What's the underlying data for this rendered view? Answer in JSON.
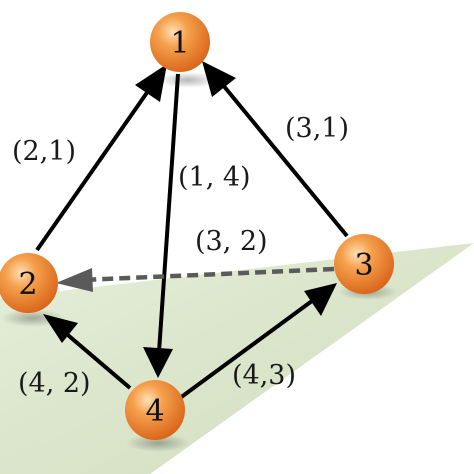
{
  "diagram": {
    "nodes": [
      {
        "id": "1",
        "label": "1"
      },
      {
        "id": "2",
        "label": "2"
      },
      {
        "id": "3",
        "label": "3"
      },
      {
        "id": "4",
        "label": "4"
      }
    ],
    "edges": [
      {
        "from": "2",
        "to": "1",
        "label": "(2,1)",
        "style": "solid"
      },
      {
        "from": "1",
        "to": "4",
        "label": "(1, 4)",
        "style": "solid"
      },
      {
        "from": "3",
        "to": "1",
        "label": "(3,1)",
        "style": "solid"
      },
      {
        "from": "3",
        "to": "2",
        "label": "(3, 2)",
        "style": "dashed"
      },
      {
        "from": "4",
        "to": "2",
        "label": "(4, 2)",
        "style": "solid"
      },
      {
        "from": "4",
        "to": "3",
        "label": "(4,3)",
        "style": "solid"
      }
    ],
    "colors": {
      "node_fill": "#f08a2c",
      "node_highlight": "#ffd9a8",
      "plane_fill": "#dfe9cf",
      "edge_solid": "#000000",
      "edge_dashed": "#555555"
    }
  }
}
